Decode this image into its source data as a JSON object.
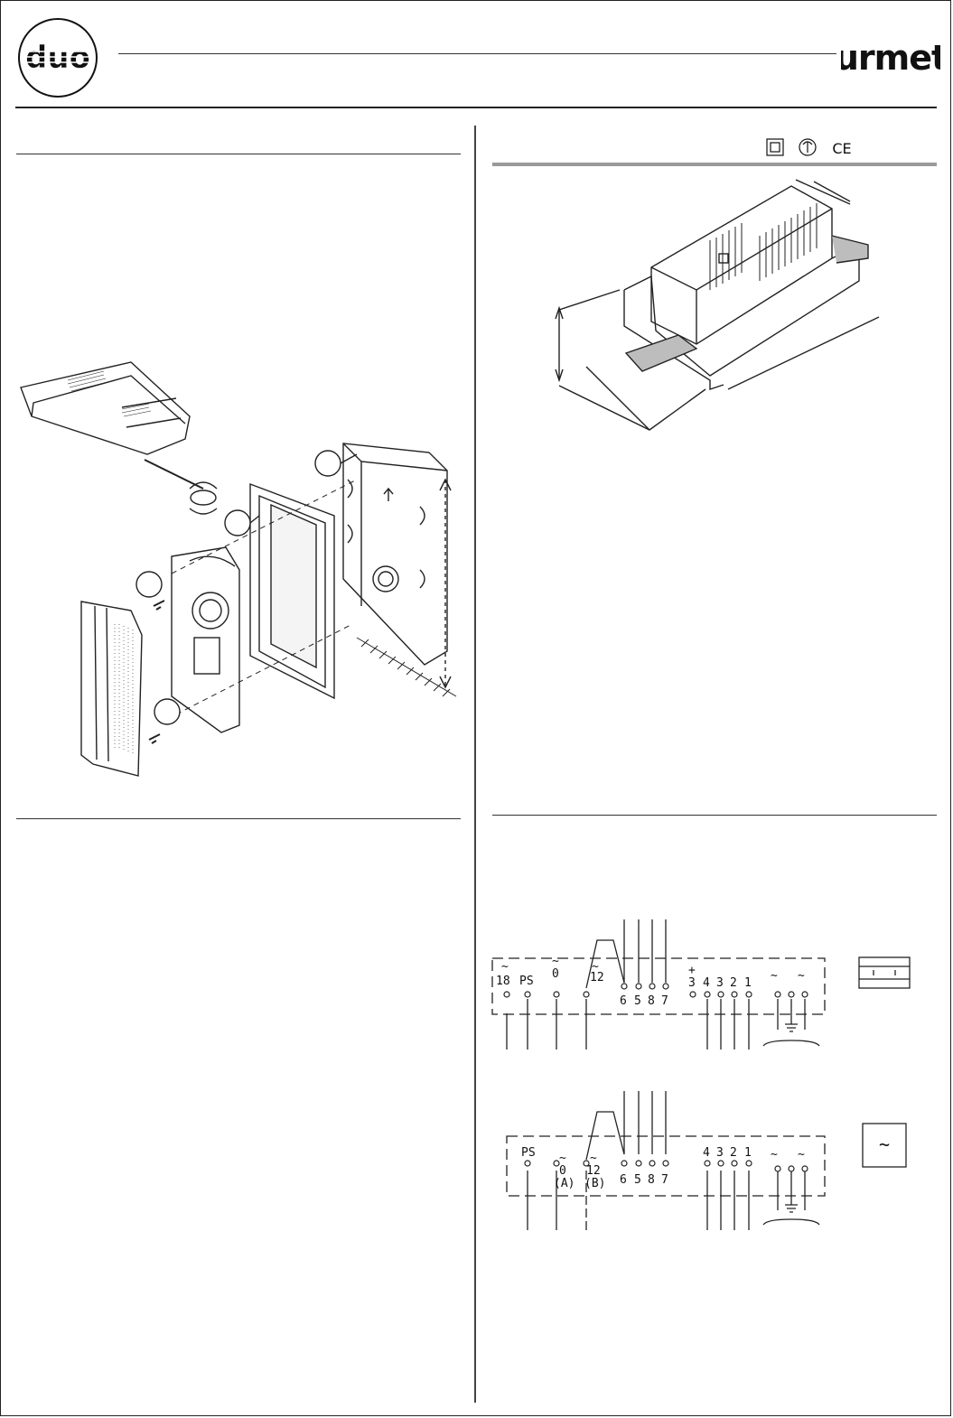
{
  "header": {
    "logo_left": "duo",
    "logo_right": "urmet"
  },
  "cert_symbols": {
    "ce": "CE"
  },
  "wiring_a": {
    "left_labels": [
      "~",
      "18",
      "PS",
      "~",
      "0",
      "~",
      "12"
    ],
    "mid_terminals": [
      "6",
      "5",
      "8",
      "7"
    ],
    "plus_label": "+",
    "right_terminals": [
      "3",
      "4",
      "3",
      "2",
      "1"
    ],
    "tilde_right": [
      "~",
      "~"
    ]
  },
  "wiring_b": {
    "left_labels": [
      "PS",
      "~",
      "0",
      "(A)",
      "~",
      "12",
      "(B)"
    ],
    "mid_terminals": [
      "6",
      "5",
      "8",
      "7"
    ],
    "right_terminals": [
      "4",
      "3",
      "2",
      "1"
    ],
    "tilde_right": [
      "~",
      "~"
    ],
    "ac_symbol": "~"
  }
}
